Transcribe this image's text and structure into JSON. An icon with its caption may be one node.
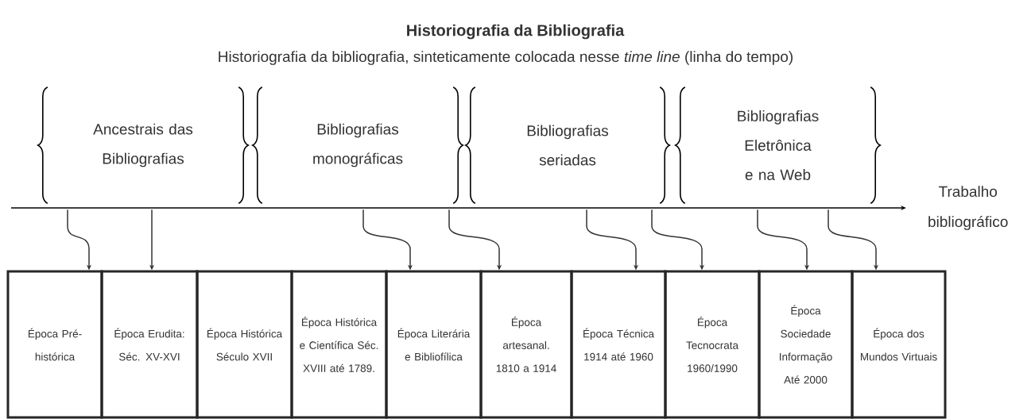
{
  "diagram": {
    "title": "Historiografia da Bibliografia",
    "nodes": [
      {
        "text": [
          "Ancestrais das Bibliografias"
        ]
      },
      {
        "text": [
          "Bibliografias monográficas"
        ]
      },
      {
        "text": [
          "Bibliografias seriadas"
        ]
      },
      {
        "text": [
          "Bibliografias Eletrônica e na Web"
        ]
      },
      {
        "text": [
          "Trabalho bibliográfico"
        ]
      },
      {
        "text": [
          "Época Pré-histórica"
        ]
      },
      {
        "text": [
          "Época Erudita: Séc. XV-XVI"
        ]
      },
      {
        "text": [
          "Época Histórica Século XVII"
        ]
      },
      {
        "text": [
          "Época Histórica e Científica Séc. XVIII até 1789."
        ]
      },
      {
        "text": [
          "Época Literária e Bibliofílica"
        ]
      },
      {
        "text": [
          "Época artesanal. 1810 a 1914"
        ]
      },
      {
        "text": [
          "Época Técnica 1914 até 1960"
        ]
      },
      {
        "text": [
          "Época Tecnocrata 1960/1990"
        ]
      },
      {
        "text": [
          "Época Sociedade Informação Até 2000"
        ]
      },
      {
        "text": [
          "Época dos Mundos Virtuais"
        ]
      }
    ],
    "edges": [
      {
        "from": null,
        "to": 4,
        "arrow": "to"
      },
      {
        "from": 0,
        "to": 5,
        "arrow": "to"
      },
      {
        "from": 0,
        "to": 6,
        "arrow": "to"
      },
      {
        "from": 1,
        "to": 9,
        "arrow": "to"
      },
      {
        "from": 1,
        "to": 10,
        "arrow": "to"
      },
      {
        "from": 2,
        "to": 11,
        "arrow": "to"
      },
      {
        "from": 2,
        "to": 12,
        "arrow": "to"
      },
      {
        "from": 3,
        "to": 13,
        "arrow": "to"
      },
      {
        "from": 3,
        "to": 14,
        "arrow": "to"
      }
    ],
    "labels": [
      "Historiografia da bibliografia, sinteticamente colocada nesse *time line* (linha do tempo)"
    ]
  }
}
